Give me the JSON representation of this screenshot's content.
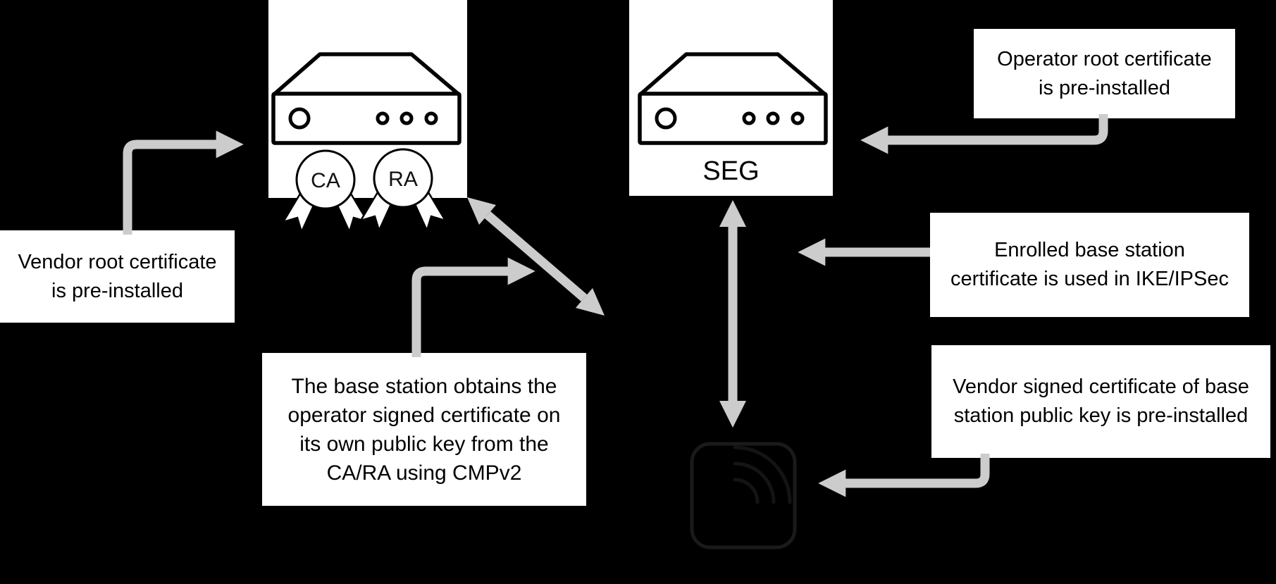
{
  "meta": {
    "background_color": "#000000",
    "box_background_color": "#ffffff",
    "text_color": "#000000",
    "arrow_color": "#cccccc",
    "icon_stroke_color": "#000000",
    "base_station_stroke_color": "#1a1a1a"
  },
  "nodes": {
    "ca_ra_server": {
      "seal_left": "CA",
      "seal_right": "RA"
    },
    "seg_server": {
      "label": "SEG"
    },
    "base_station": {
      "icon": "wireless-base-station-icon"
    }
  },
  "callouts": {
    "vendor_root": {
      "text": "Vendor root certificate\nis pre-installed"
    },
    "operator_root": {
      "text": "Operator root certificate\nis pre-installed"
    },
    "cmpv2": {
      "text": "The base station obtains the\noperator signed certificate on\nits own public key from the\nCA/RA using CMPv2"
    },
    "ike_ipsec": {
      "text": "Enrolled base station\ncertificate is used in IKE/IPSec"
    },
    "vendor_signed": {
      "text": "Vendor signed certificate of base\nstation public key is pre-installed"
    }
  }
}
